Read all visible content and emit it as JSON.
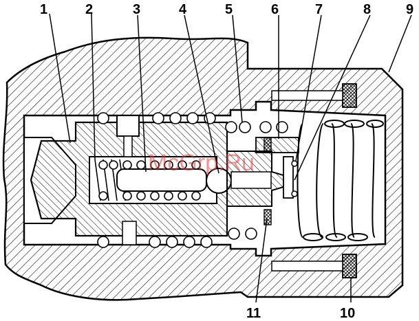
{
  "diagram": {
    "callouts": [
      {
        "id": "c1",
        "label": "1"
      },
      {
        "id": "c2",
        "label": "2"
      },
      {
        "id": "c3",
        "label": "3"
      },
      {
        "id": "c4",
        "label": "4"
      },
      {
        "id": "c5",
        "label": "5"
      },
      {
        "id": "c6",
        "label": "6"
      },
      {
        "id": "c7",
        "label": "7"
      },
      {
        "id": "c8",
        "label": "8"
      },
      {
        "id": "c9",
        "label": "9"
      },
      {
        "id": "c10",
        "label": "10"
      },
      {
        "id": "c11",
        "label": "11"
      }
    ],
    "watermark": "McGrp.Ru",
    "colors": {
      "ink": "#000000",
      "paper": "#ffffff",
      "watermark": "#e23a3a"
    }
  }
}
